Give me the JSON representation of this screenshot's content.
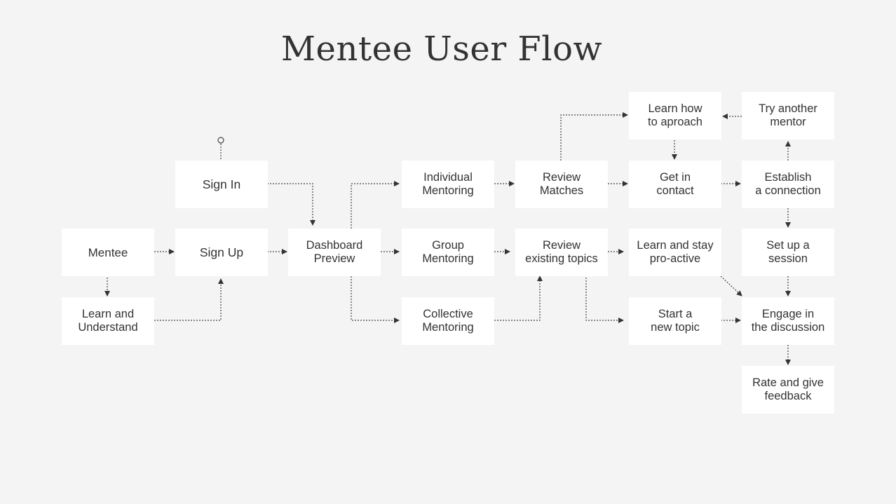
{
  "title": "Mentee User Flow",
  "nodes": {
    "mentee": "Mentee",
    "learn_understand": "Learn and\nUnderstand",
    "sign_in": "Sign In",
    "sign_up": "Sign Up",
    "dashboard": "Dashboard\nPreview",
    "individual": "Individual\nMentoring",
    "group": "Group\nMentoring",
    "collective": "Collective\nMentoring",
    "review_matches": "Review\nMatches",
    "review_topics": "Review\nexisting topics",
    "learn_approach": "Learn how\nto aproach",
    "get_contact": "Get in\ncontact",
    "learn_proactive": "Learn and stay\npro-active",
    "start_topic": "Start a\nnew topic",
    "try_mentor": "Try another\nmentor",
    "establish": "Establish\na connection",
    "setup_session": "Set up a\nsession",
    "engage": "Engage in\nthe discussion",
    "rate": "Rate and give\nfeedback"
  },
  "connections": [
    {
      "from": "mentee",
      "to": "sign_up"
    },
    {
      "from": "mentee",
      "to": "learn_understand"
    },
    {
      "from": "learn_understand",
      "to": "sign_up"
    },
    {
      "from": "sign_in",
      "to": "dashboard"
    },
    {
      "from": "sign_up",
      "to": "dashboard"
    },
    {
      "from": "dashboard",
      "to": "individual"
    },
    {
      "from": "dashboard",
      "to": "group"
    },
    {
      "from": "dashboard",
      "to": "collective"
    },
    {
      "from": "individual",
      "to": "review_matches"
    },
    {
      "from": "group",
      "to": "review_topics"
    },
    {
      "from": "collective",
      "to": "review_topics"
    },
    {
      "from": "review_matches",
      "to": "learn_approach"
    },
    {
      "from": "review_matches",
      "to": "get_contact"
    },
    {
      "from": "learn_approach",
      "to": "get_contact"
    },
    {
      "from": "try_mentor",
      "to": "learn_approach"
    },
    {
      "from": "get_contact",
      "to": "establish"
    },
    {
      "from": "establish",
      "to": "try_mentor"
    },
    {
      "from": "establish",
      "to": "setup_session"
    },
    {
      "from": "setup_session",
      "to": "engage"
    },
    {
      "from": "review_topics",
      "to": "learn_proactive"
    },
    {
      "from": "review_topics",
      "to": "start_topic"
    },
    {
      "from": "learn_proactive",
      "to": "engage"
    },
    {
      "from": "start_topic",
      "to": "engage"
    },
    {
      "from": "engage",
      "to": "rate"
    }
  ],
  "colors": {
    "background": "#f4f4f4",
    "node_fill": "#ffffff",
    "text": "#333333",
    "connector": "#444444"
  }
}
